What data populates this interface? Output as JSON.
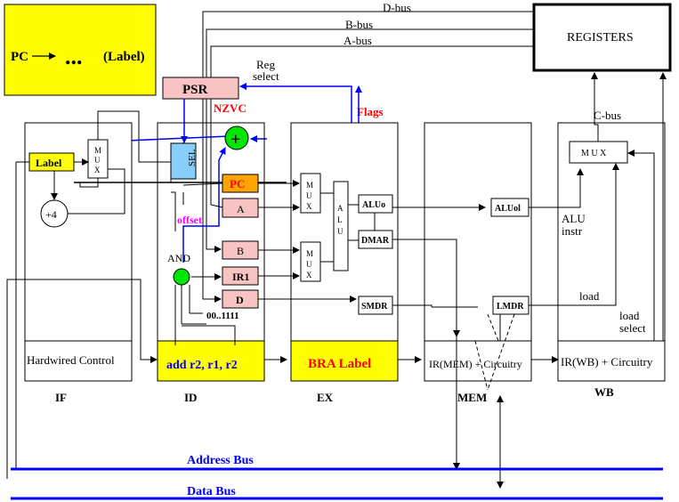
{
  "legend_box": {
    "pc": "PC",
    "dots": "...",
    "label": "(Label)"
  },
  "buses": {
    "d_bus": "D-bus",
    "b_bus": "B-bus",
    "a_bus": "A-bus",
    "c_bus": "C-bus",
    "address_bus": "Address Bus",
    "data_bus": "Data Bus"
  },
  "registers": "REGISTERS",
  "reg_select": [
    "Reg",
    "select"
  ],
  "psr": "PSR",
  "nzvc": "NZVC",
  "flags": "Flags",
  "if_stage": {
    "label_box": "Label",
    "mux_letters": [
      "M",
      "U",
      "X"
    ],
    "plus4": "+4",
    "control": "Hardwired Control",
    "name": "IF"
  },
  "id_stage": {
    "sel": "SEL",
    "plus": "+",
    "pc": "PC",
    "offset": "offset",
    "a": "A",
    "b": "B",
    "ir1": "IR1",
    "d": "D",
    "and": "AND",
    "const": "00..1111",
    "instruction": "add  r2, r1, r2",
    "name": "ID"
  },
  "ex_stage": {
    "mux_letters": [
      "M",
      "U",
      "X"
    ],
    "alu_letters": [
      "A",
      "L",
      "U"
    ],
    "aluo": "ALUo",
    "dmar": "DMAR",
    "smdr": "SMDR",
    "instruction": "BRA Label",
    "name": "EX"
  },
  "mem_stage": {
    "aluol": "ALUol",
    "lmdr": "LMDR",
    "control": "IR(MEM) + Circuitry",
    "name": "MEM"
  },
  "wb_stage": {
    "mux": "M U X",
    "alu_instr": [
      "ALU",
      "instr"
    ],
    "load": "load",
    "load_select": [
      "load",
      "select"
    ],
    "control": "IR(WB) + Circuitry",
    "name": "WB"
  },
  "colors": {
    "yellow": "#ffff00",
    "pink": "#f7c3c3",
    "orange_pc": "#ffa500",
    "green": "#00e600",
    "sel_blue": "#87cefa",
    "blue_wire": "#0000ff",
    "red_text": "#ff0000",
    "magenta_text": "#ff00ff"
  }
}
